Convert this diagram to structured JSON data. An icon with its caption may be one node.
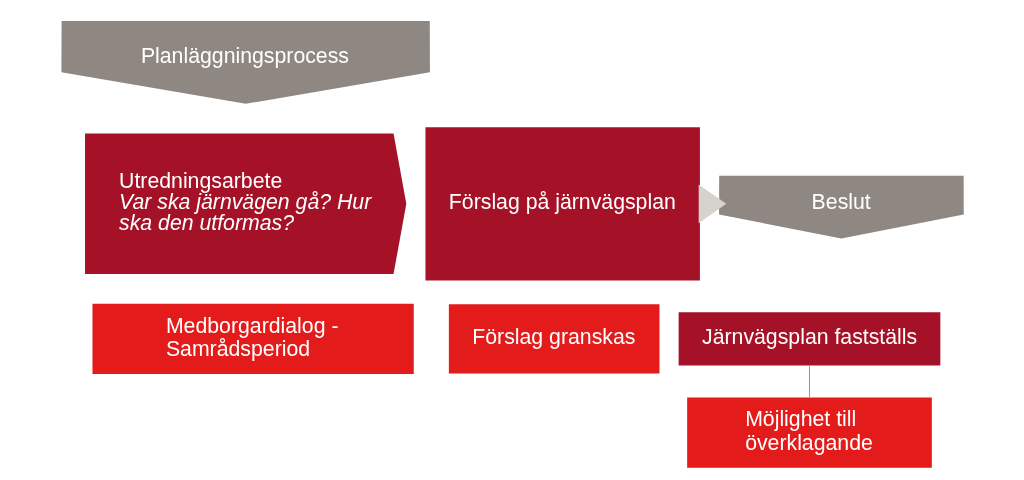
{
  "diagram": {
    "nodes": [
      {
        "text": [
          "Planläggningsprocess"
        ]
      },
      {
        "text": [
          "Utredningsarbete",
          "Var ska järnvägen gå? Hur ska den utformas?"
        ]
      },
      {
        "text": [
          "Förslag på järnvägsplan"
        ]
      },
      {
        "text": [
          "Medborgardialog - Samrådsperiod"
        ]
      },
      {
        "text": [
          "Förslag granskas"
        ]
      },
      {
        "text": [
          "Beslut"
        ]
      },
      {
        "text": [
          "Järnvägsplan fastställs"
        ]
      },
      {
        "text": [
          "Möjlighet till överklagande"
        ]
      }
    ],
    "edges": [
      {
        "from": 2,
        "to": 5,
        "arrow": "to",
        "style": "thick",
        "color": "#d6d2ce"
      },
      {
        "from": 6,
        "to": 7,
        "arrow": "none",
        "color": "#9a9a9a"
      }
    ]
  }
}
